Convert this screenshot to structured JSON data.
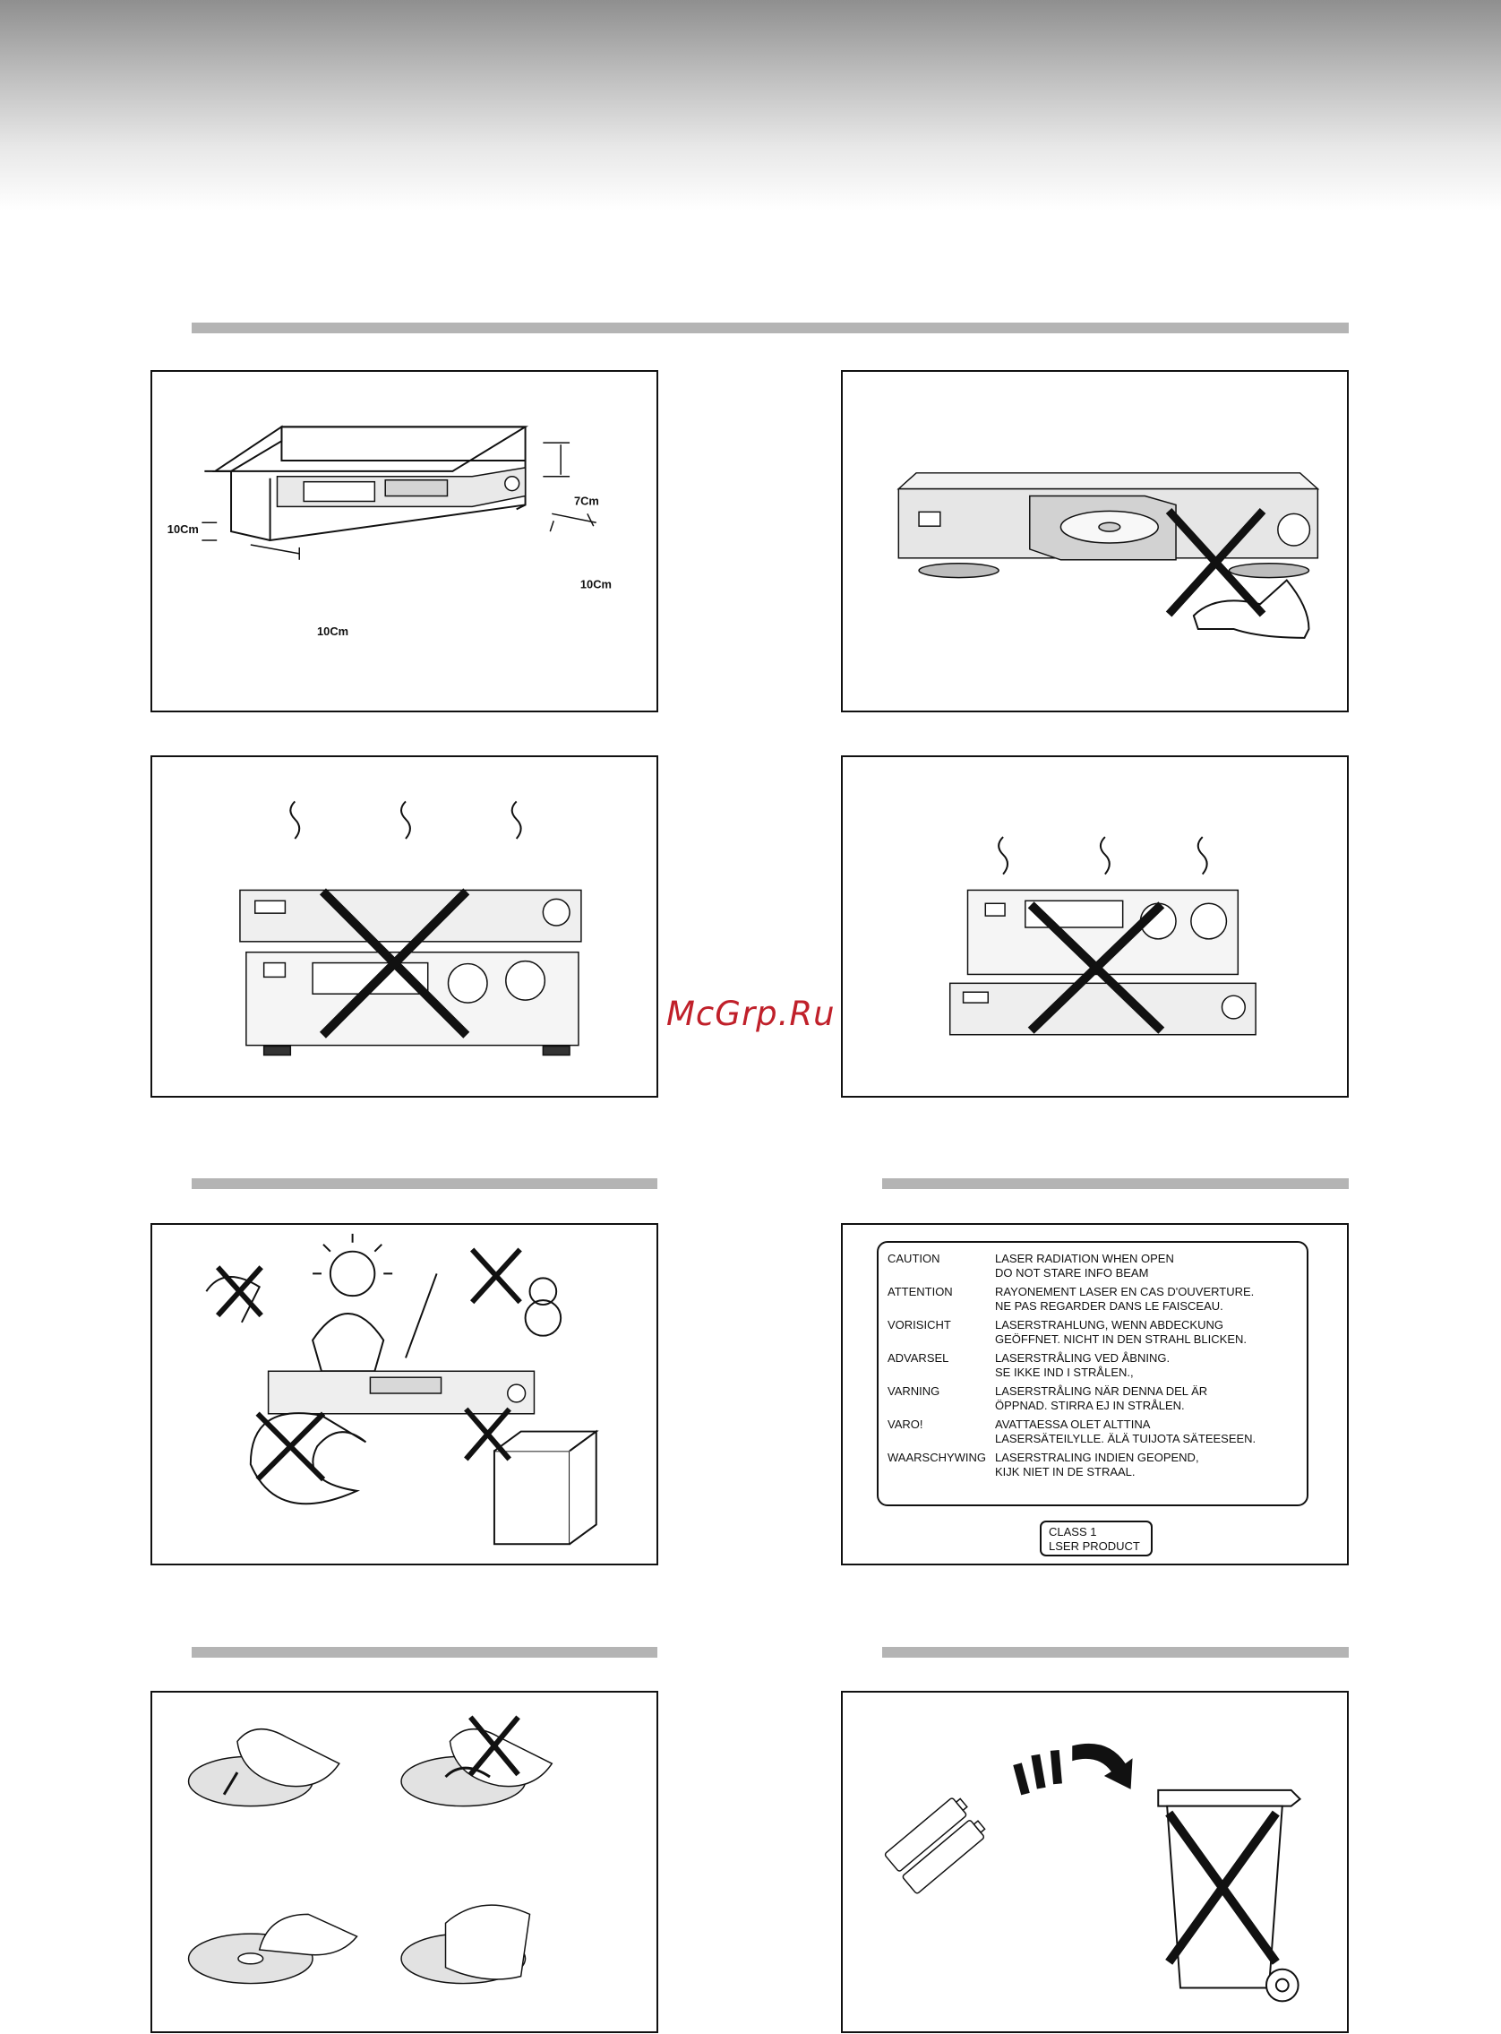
{
  "watermark": "McGrp.Ru",
  "dimensions": {
    "top": "7Cm",
    "left": "10Cm",
    "right": "10Cm",
    "bottom": "10Cm"
  },
  "laser_label": {
    "rows": [
      {
        "lang": "CAUTION",
        "lines": [
          "LASER RADIATION WHEN OPEN",
          "DO NOT STARE INFO BEAM"
        ]
      },
      {
        "lang": "ATTENTION",
        "lines": [
          "RAYONEMENT LASER EN CAS D'OUVERTURE.",
          "NE PAS REGARDER DANS LE FAISCEAU."
        ]
      },
      {
        "lang": "VORISICHT",
        "lines": [
          "LASERSTRAHLUNG, WENN ABDECKUNG",
          "GEÖFFNET. NICHT IN DEN STRAHL BLICKEN."
        ]
      },
      {
        "lang": "ADVARSEL",
        "lines": [
          "LASERSTRÅLING VED ÅBNING.",
          "SE IKKE IND I STRÅLEN.,"
        ]
      },
      {
        "lang": "VARNING",
        "lines": [
          "LASERSTRÅLING NÄR DENNA DEL ÄR",
          "ÖPPNAD. STIRRA EJ IN STRÅLEN."
        ]
      },
      {
        "lang": "VARO!",
        "lines": [
          "AVATTAESSA OLET ALTTINA",
          "LASERSÄTEILYLLE. ÄLÄ TUIJOTA SÄTEESEEN."
        ]
      },
      {
        "lang": "WAARSCHYWING",
        "lines": [
          "LASERSTRALING INDIEN GEOPEND,",
          "KIJK NIET IN DE STRAAL."
        ]
      }
    ],
    "class_label": [
      "CLASS 1",
      "LSER PRODUCT"
    ]
  }
}
